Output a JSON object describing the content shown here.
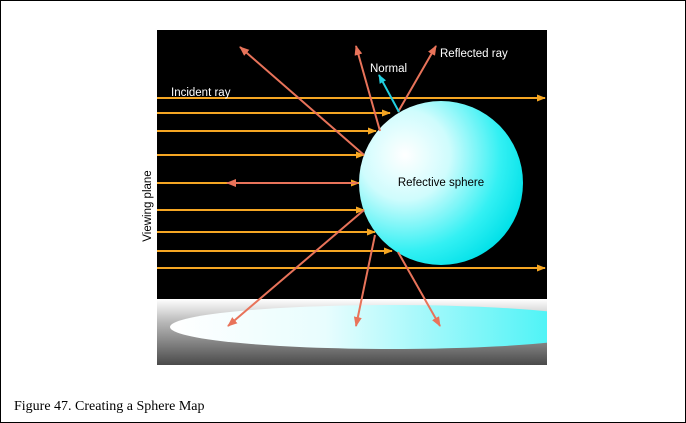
{
  "diagram": {
    "labels": {
      "incident_ray": "Incident ray",
      "normal": "Normal",
      "reflected_ray": "Reflected ray",
      "sphere": "Refective sphere",
      "viewing_plane": "Viewing plane"
    },
    "colors": {
      "background": "#000000",
      "incident_ray": "#f5a623",
      "reflected_ray": "#e8735a",
      "normal": "#22cfe0",
      "sphere_light": "#ffffff",
      "sphere_dark": "#00e8ee",
      "floor_light": "#ffffff",
      "floor_dark": "#4a4a4a"
    }
  },
  "caption": "Figure 47. Creating a Sphere Map"
}
